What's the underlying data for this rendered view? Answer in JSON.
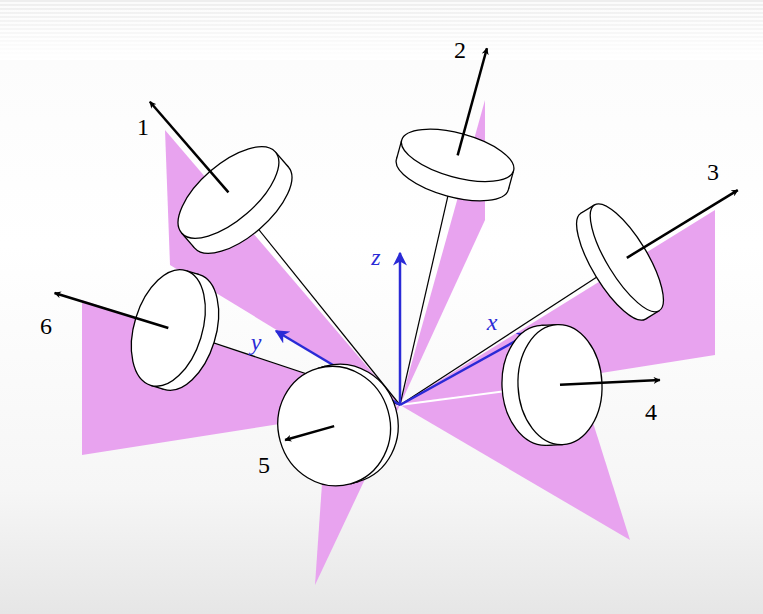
{
  "diagram": {
    "labels": [
      "2",
      "1",
      "3",
      "z",
      "x",
      "6",
      "y",
      "4",
      "5"
    ]
  }
}
